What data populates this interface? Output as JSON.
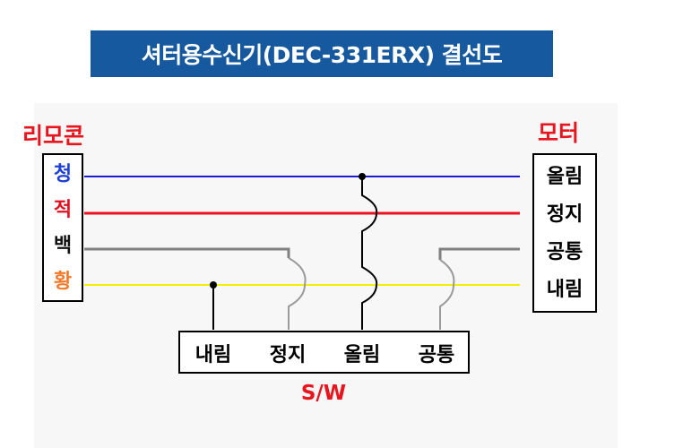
{
  "title": "셔터용수신기(DEC-331ERX) 결선도",
  "remote": {
    "heading": "리모콘",
    "wires": [
      {
        "label": "청",
        "color": "#1f3fd6"
      },
      {
        "label": "적",
        "color": "#e01020"
      },
      {
        "label": "백",
        "color": "#111111"
      },
      {
        "label": "황",
        "color": "#f07a2a"
      }
    ]
  },
  "motor": {
    "heading": "모터",
    "terminals": [
      "올림",
      "정지",
      "공통",
      "내림"
    ]
  },
  "switch": {
    "terminals": [
      "내림",
      "정지",
      "올림",
      "공통"
    ],
    "caption": "S/W"
  },
  "colors": {
    "heading_red": "#e8141e",
    "wire_blue": "#1a1ad0",
    "wire_red": "#ee1122",
    "wire_gray": "#808080",
    "wire_yellow": "#f0f000",
    "banner": "#17599f"
  }
}
